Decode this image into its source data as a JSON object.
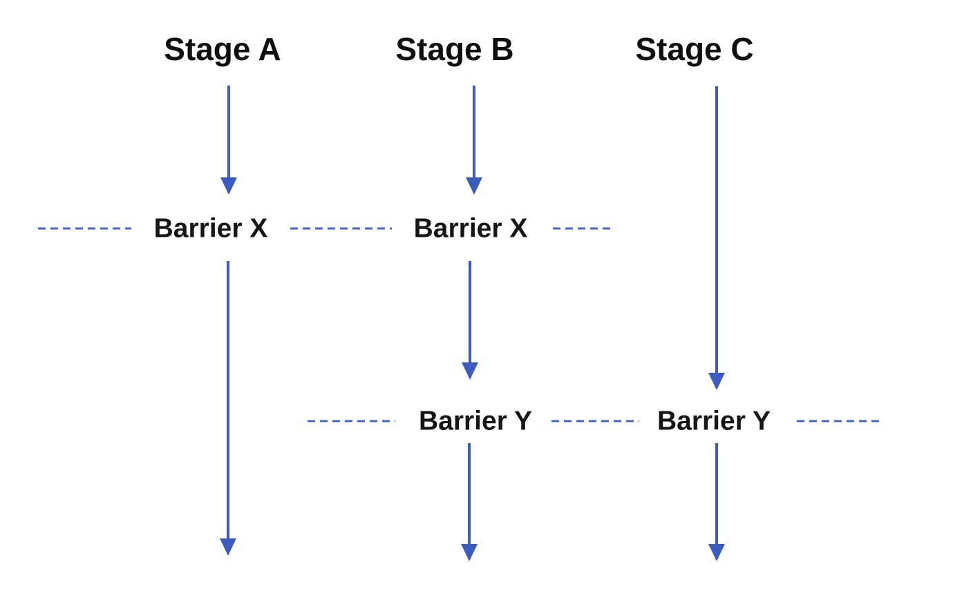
{
  "diagram": {
    "stages": [
      {
        "label": "Stage A"
      },
      {
        "label": "Stage B"
      },
      {
        "label": "Stage C"
      }
    ],
    "barrier_rows": [
      {
        "labels": [
          "Barrier X",
          "Barrier X"
        ]
      },
      {
        "labels": [
          "Barrier Y",
          "Barrier Y"
        ]
      }
    ],
    "colors": {
      "arrow_blue": "#3c5bc0",
      "dash_blue": "#4164cd",
      "text_black": "#111111"
    }
  }
}
